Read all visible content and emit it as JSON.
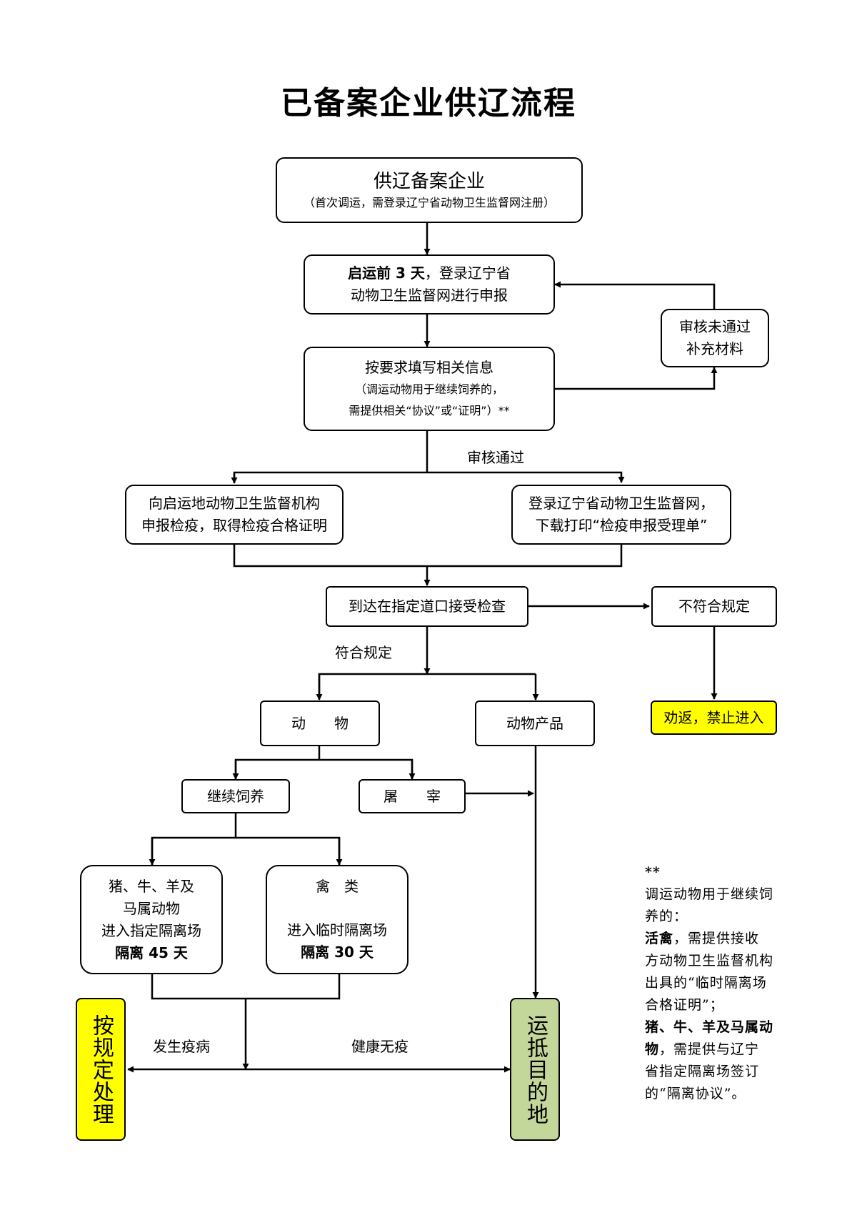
{
  "title": "已备案企业供辽流程",
  "nodes": {
    "registered_enterprise": {
      "line1": "供辽备案企业",
      "line2": "（首次调运，需登录辽宁省动物卫生监督网注册）"
    },
    "declare": {
      "line1_bold": "启运前 3 天",
      "line1_rest": "，登录辽宁省",
      "line2": "动物卫生监督网进行申报"
    },
    "fill_info": {
      "line1": "按要求填写相关信息",
      "line2": "（调运动物用于继续饲养的，",
      "line3": "需提供相关“协议”或“证明”）**"
    },
    "review_failed": {
      "line1": "审核未通过",
      "line2": "补充材料"
    },
    "quarantine_report": {
      "line1": "向启运地动物卫生监督机构",
      "line2": "申报检疫，取得检疫合格证明"
    },
    "print_receipt": {
      "line1": "登录辽宁省动物卫生监督网，",
      "line2": "下载打印“检疫申报受理单”"
    },
    "checkpoint": {
      "text": "到达在指定道口接受检查"
    },
    "noncompliant": {
      "text": "不符合规定"
    },
    "turn_back": {
      "text": "劝返，禁止进入"
    },
    "animals": {
      "text": "动　　物"
    },
    "animal_products": {
      "text": "动物产品"
    },
    "continue_feeding": {
      "text": "继续饲养"
    },
    "slaughter": {
      "text": "屠　　宰"
    },
    "livestock": {
      "line1": "猪、牛、羊及",
      "line2": "马属动物",
      "line3": "进入指定隔离场",
      "line4": "隔离 45 天"
    },
    "poultry": {
      "line1": "禽　类",
      "line2": "进入临时隔离场",
      "line3": "隔离 30 天"
    },
    "handle_by_rules": {
      "text": "按规定处理"
    },
    "destination": {
      "text": "运抵目的地"
    }
  },
  "labels": {
    "review_passed": "审核通过",
    "compliant": "符合规定",
    "epidemic": "发生疫病",
    "healthy": "健康无疫"
  },
  "note": {
    "marker": "**",
    "intro": "调运动物用于继续饲养的：",
    "poultry_bold": "活禽",
    "poultry_text": "，需提供接收方动物卫生监督机构出具的“临时隔离场合格证明”；",
    "livestock_bold": "猪、牛、羊及马属动物",
    "livestock_text": "，需提供与辽宁省指定隔离场签订的“隔离协议”。"
  },
  "colors": {
    "highlight_yellow": "#ffff00",
    "destination_green": "#c4d79b",
    "line": "#000000"
  }
}
